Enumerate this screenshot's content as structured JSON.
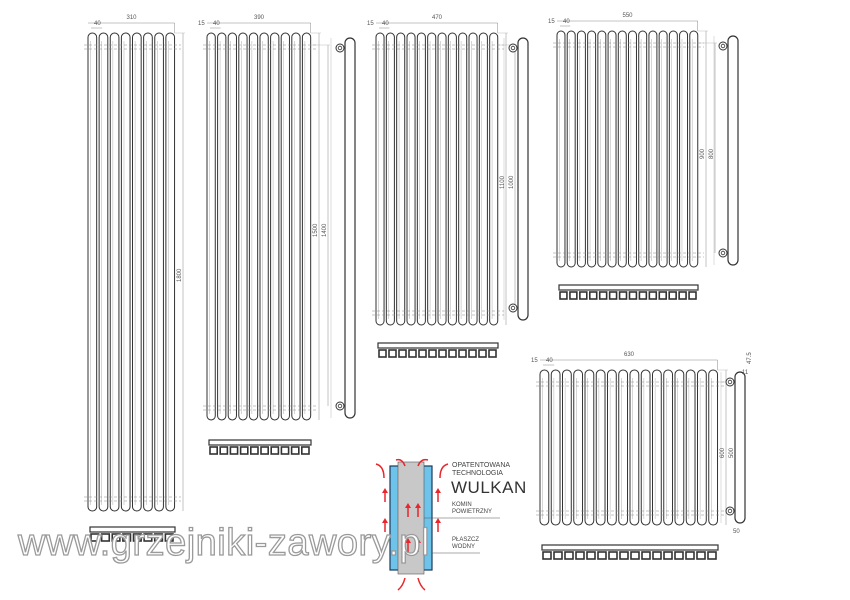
{
  "radiators": [
    {
      "width_label": "310",
      "pitch_label": "40",
      "edge_label": "",
      "height_labels": [
        "1800"
      ],
      "columns": 8
    },
    {
      "width_label": "390",
      "pitch_label": "40",
      "edge_label": "15",
      "height_labels": [
        "1500",
        "1400"
      ],
      "columns": 10
    },
    {
      "width_label": "470",
      "pitch_label": "40",
      "edge_label": "15",
      "height_labels": [
        "1100",
        "1000"
      ],
      "columns": 12
    },
    {
      "width_label": "550",
      "pitch_label": "40",
      "edge_label": "15",
      "height_labels": [
        "900",
        "800"
      ],
      "columns": 14
    },
    {
      "width_label": "630",
      "pitch_label": "40",
      "edge_label": "15",
      "height_labels": [
        "600",
        "500"
      ],
      "columns": 16
    }
  ],
  "side_view_labels": {
    "top": "47.5",
    "offset": "11",
    "bottom": "50"
  },
  "technology": {
    "line1": "OPATENTOWANA",
    "line2": "TECHNOLOGIA",
    "name": "WULKAN",
    "chimney_line1": "KOMIN",
    "chimney_line2": "POWIETRZNY",
    "jacket_line1": "PŁASZCZ",
    "jacket_line2": "WODNY"
  },
  "colors": {
    "arrow": "#e8262b",
    "water": "#6ec3ea",
    "core": "#c8c8c8",
    "line": "#333333"
  },
  "watermark": "www.grzejniki-zawory.pl"
}
